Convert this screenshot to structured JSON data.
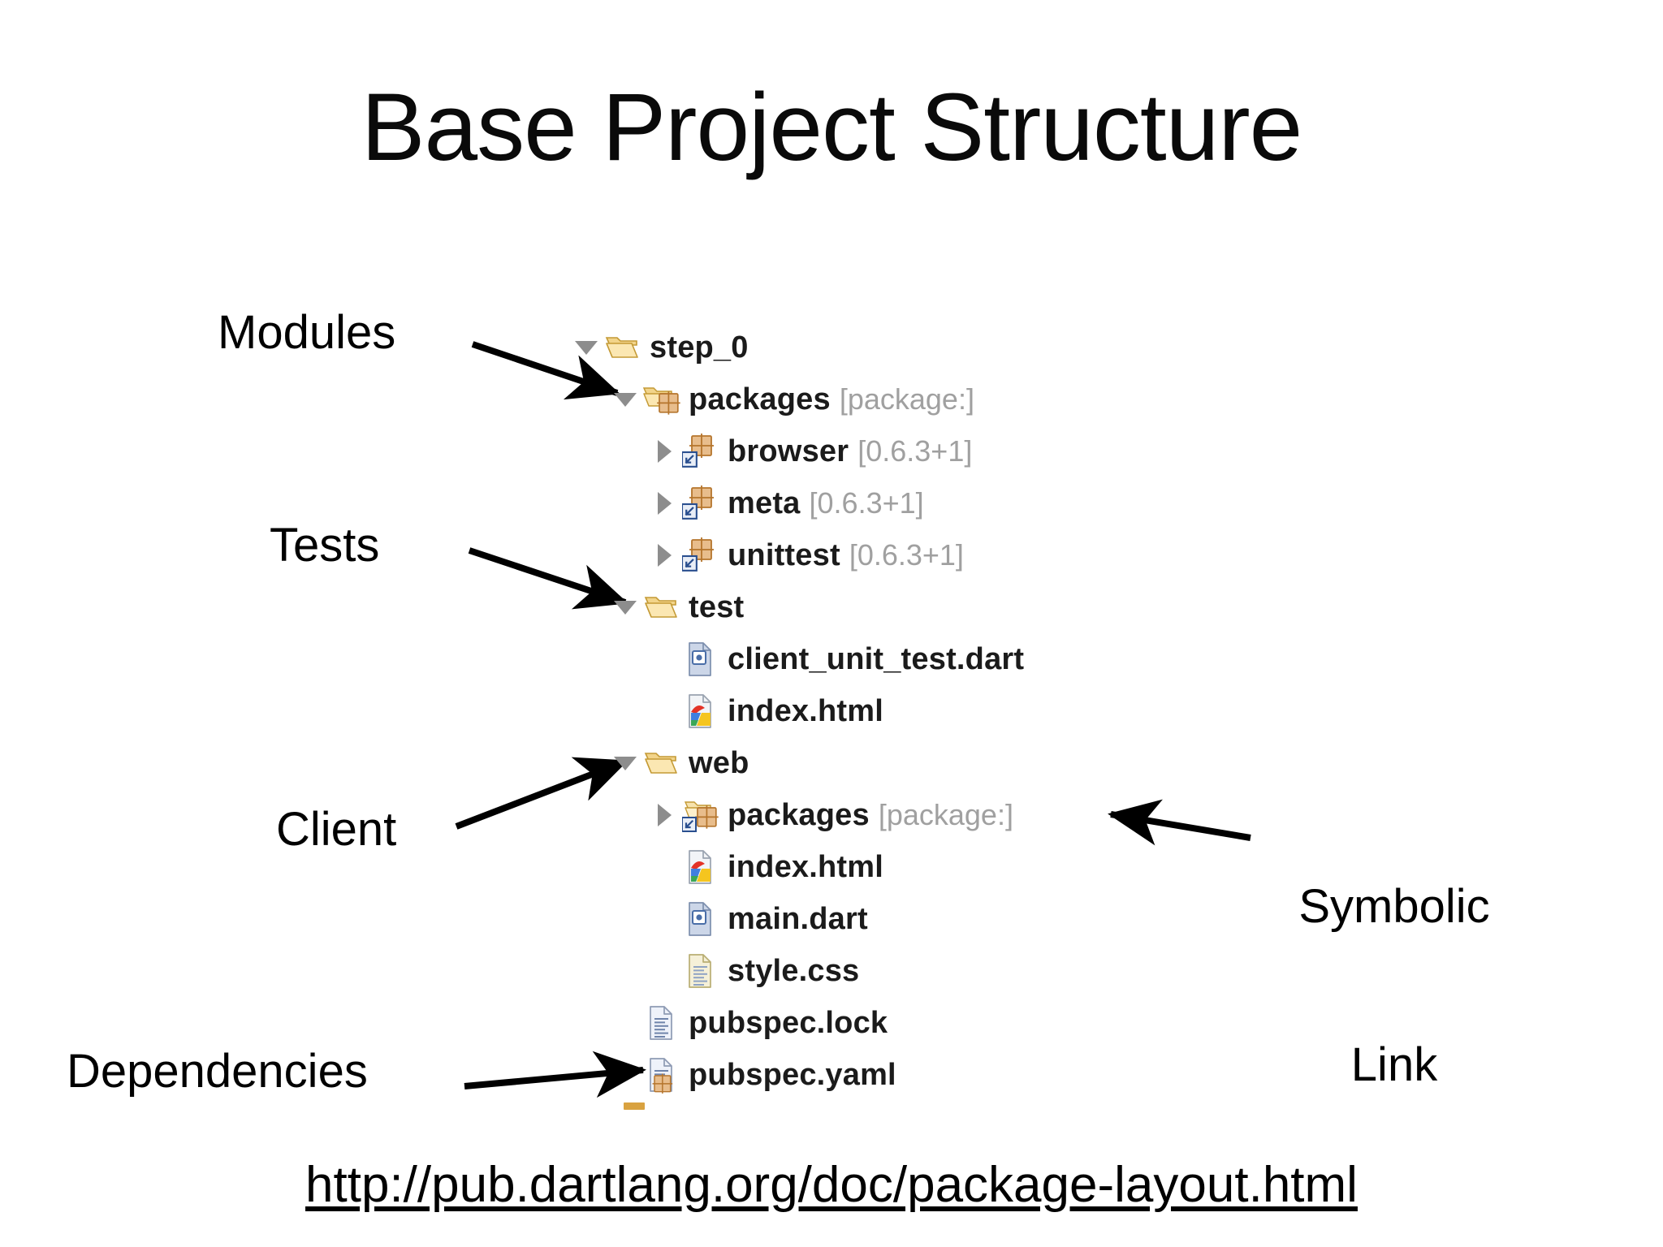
{
  "slide": {
    "title": "Base Project Structure",
    "footer_url": "http://pub.dartlang.org/doc/package-layout.html"
  },
  "annotations": [
    {
      "id": "modules",
      "label": "Modules",
      "target": "packages"
    },
    {
      "id": "tests",
      "label": "Tests",
      "target": "test"
    },
    {
      "id": "client",
      "label": "Client",
      "target": "web"
    },
    {
      "id": "depend",
      "label": "Dependencies",
      "target": "pubspec.yaml"
    },
    {
      "id": "symlink",
      "label": "Symbolic\nLink",
      "target": "web/packages"
    }
  ],
  "annotation_labels": {
    "modules": "Modules",
    "tests": "Tests",
    "client": "Client",
    "dependencies": "Dependencies",
    "symbolic_link_line1": "Symbolic",
    "symbolic_link_line2": "Link"
  },
  "file_tree": {
    "rows": [
      {
        "name": "step_0",
        "version": "",
        "icon": "folder-open-icon",
        "twisty": "down",
        "indent": 0
      },
      {
        "name": "packages",
        "version": "[package:]",
        "icon": "folder-package-icon",
        "twisty": "down",
        "indent": 1
      },
      {
        "name": "browser",
        "version": "[0.6.3+1]",
        "icon": "package-link-icon",
        "twisty": "right",
        "indent": 2
      },
      {
        "name": "meta",
        "version": "[0.6.3+1]",
        "icon": "package-link-icon",
        "twisty": "right",
        "indent": 2
      },
      {
        "name": "unittest",
        "version": "[0.6.3+1]",
        "icon": "package-link-icon",
        "twisty": "right",
        "indent": 2
      },
      {
        "name": "test",
        "version": "",
        "icon": "folder-open-icon",
        "twisty": "down",
        "indent": 1
      },
      {
        "name": "client_unit_test.dart",
        "version": "",
        "icon": "dart-file-icon",
        "twisty": "none",
        "indent": 2
      },
      {
        "name": "index.html",
        "version": "",
        "icon": "html-file-icon",
        "twisty": "none",
        "indent": 2
      },
      {
        "name": "web",
        "version": "",
        "icon": "folder-open-icon",
        "twisty": "down",
        "indent": 1
      },
      {
        "name": "packages",
        "version": "[package:]",
        "icon": "folder-package-link-icon",
        "twisty": "right",
        "indent": 2
      },
      {
        "name": "index.html",
        "version": "",
        "icon": "html-file-icon",
        "twisty": "none",
        "indent": 2
      },
      {
        "name": "main.dart",
        "version": "",
        "icon": "dart-file-icon",
        "twisty": "none",
        "indent": 2
      },
      {
        "name": "style.css",
        "version": "",
        "icon": "css-file-icon",
        "twisty": "none",
        "indent": 2
      },
      {
        "name": "pubspec.lock",
        "version": "",
        "icon": "text-file-icon",
        "twisty": "none",
        "indent": 1
      },
      {
        "name": "pubspec.yaml",
        "version": "",
        "icon": "yaml-package-file-icon",
        "twisty": "none",
        "indent": 1
      }
    ]
  },
  "colors": {
    "background": "#ffffff",
    "text": "#000000",
    "tree_label": "#1b1b1b",
    "version_gray": "#a0a0a0",
    "twisty_gray": "#8d8d8d",
    "folder_yellow": "#f2d48a",
    "folder_outline": "#c49a35",
    "package_tan": "#e8bd8c",
    "package_outline": "#b5752c",
    "symlink_badge_blue": "#2a4f8f",
    "file_blue": "#aab9d4",
    "css_cream": "#f5f0d8"
  }
}
